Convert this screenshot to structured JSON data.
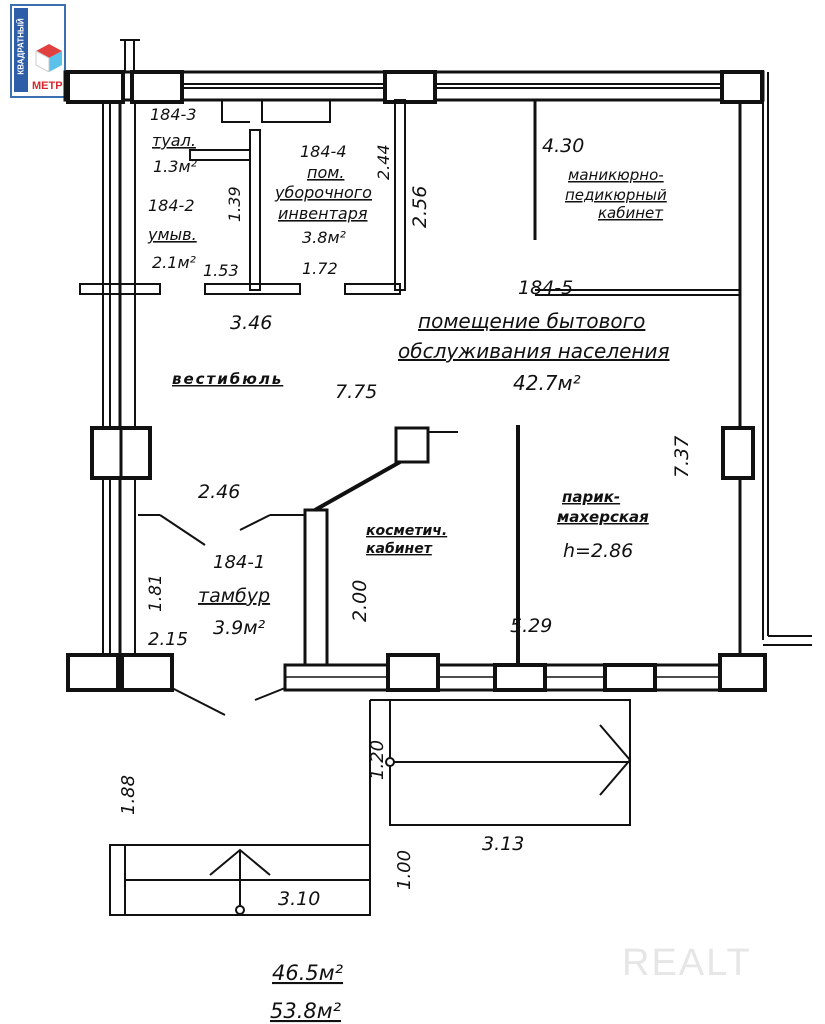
{
  "logo": {
    "line1": "КВАДРАТНЫЙ",
    "line2": "МЕТР"
  },
  "watermark": "REALT",
  "rooms": {
    "r3": {
      "id": "184-3",
      "name": "туал.",
      "area": "1.3м²"
    },
    "r2": {
      "id": "184-2",
      "name": "умыв.",
      "area": "2.1м²"
    },
    "r4": {
      "id": "184-4",
      "name1": "пом.",
      "name2": "уборочного",
      "name3": "инвентаря",
      "area": "3.8м²"
    },
    "r5": {
      "id": "184-5",
      "name1": "помещение бытового",
      "name2": "обслуживания населения",
      "area": "42.7м²"
    },
    "manicure": {
      "l1": "маникюрно-",
      "l2": "педикюрный",
      "l3": "кабинет"
    },
    "vestibule": "вестибюль",
    "cosmetic": {
      "l1": "косметич.",
      "l2": "кабинет"
    },
    "hair": {
      "l1": "парик-",
      "l2": "махерская",
      "height": "h=2.86"
    },
    "r1": {
      "id": "184-1",
      "name": "тамбур",
      "area": "3.9м²"
    }
  },
  "dims": {
    "d139": "1.39",
    "d153": "1.53",
    "d172": "1.72",
    "d244": "2.44",
    "d256": "2.56",
    "d430": "4.30",
    "d346": "3.46",
    "d775": "7.75",
    "d737": "7.37",
    "d246": "2.46",
    "d181": "1.81",
    "d215": "2.15",
    "d200": "2.00",
    "d529": "5.29",
    "d188": "1.88",
    "d120": "1.20",
    "d313": "3.13",
    "d100": "1.00",
    "d310": "3.10"
  },
  "totals": {
    "a": "46.5м²",
    "b": "53.8м²"
  }
}
